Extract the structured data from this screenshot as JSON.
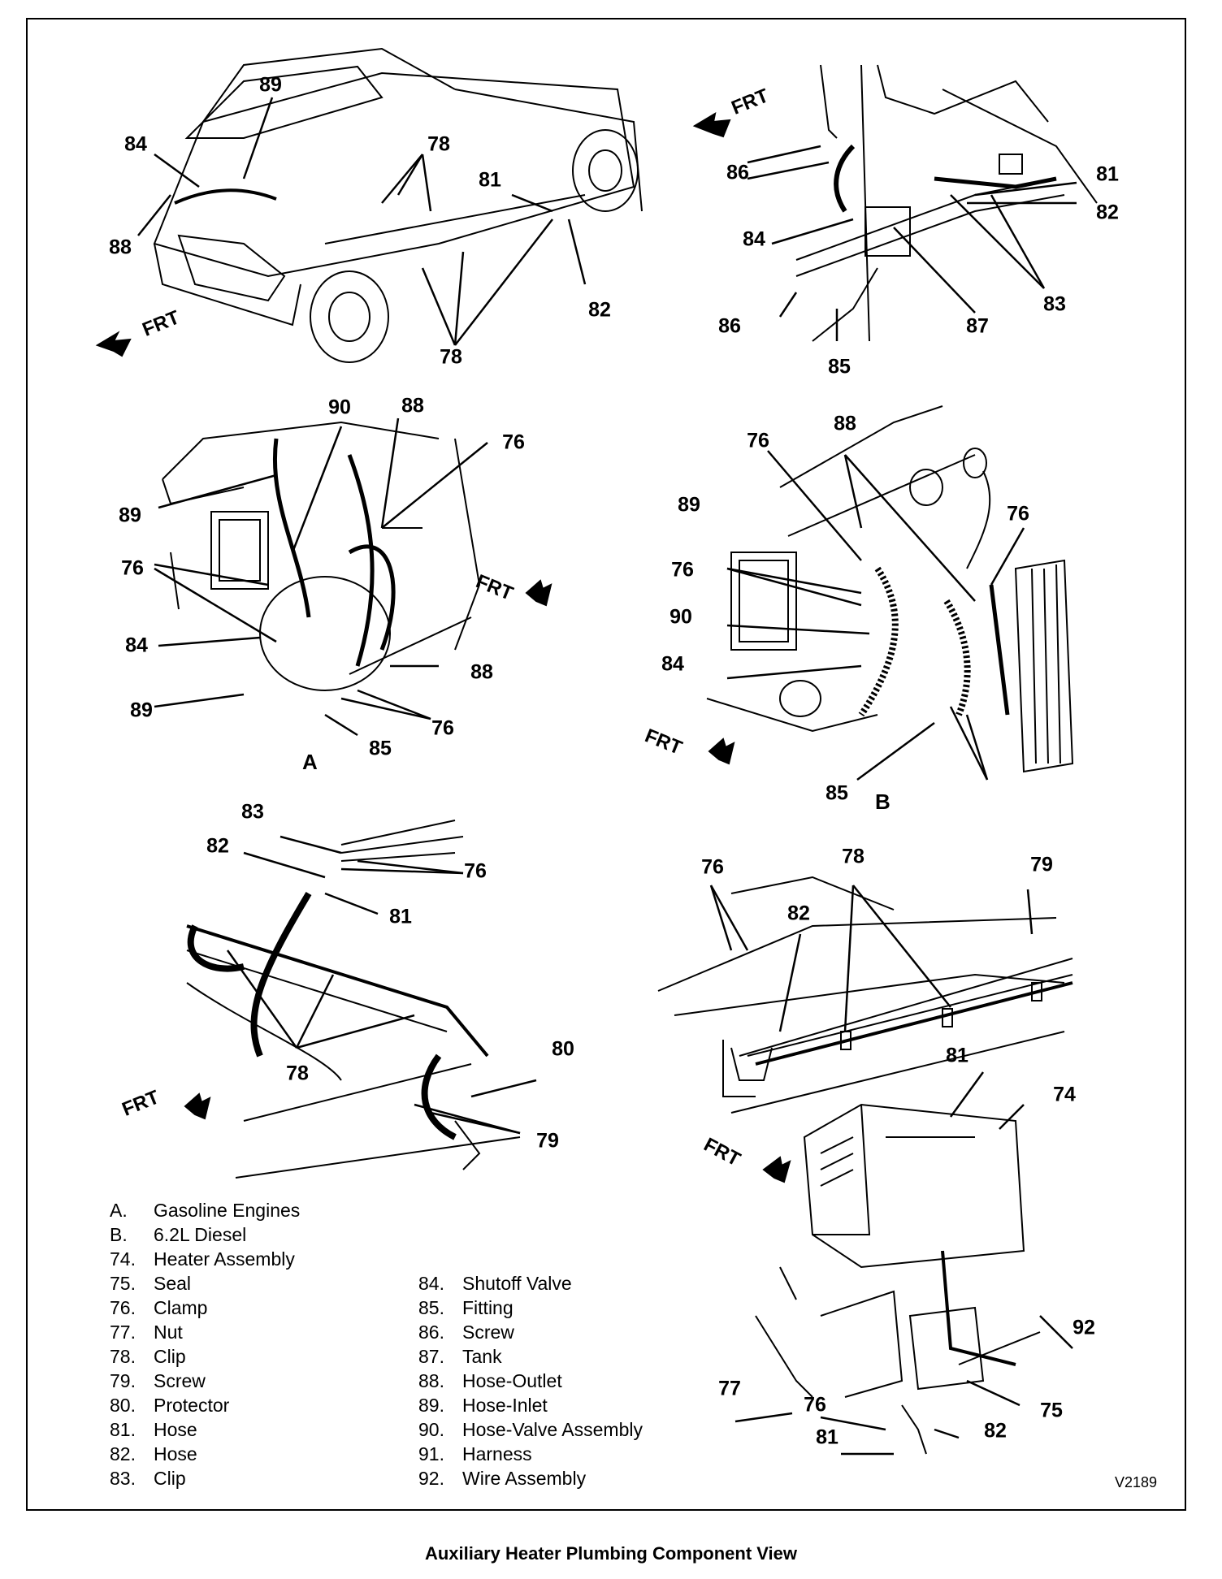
{
  "caption": "Auxiliary Heater Plumbing Component View",
  "figure_code": "V2189",
  "frt_text": "FRT",
  "view_labels": {
    "a": "A",
    "b": "B"
  },
  "legend_left": [
    {
      "key": "A.",
      "text": "Gasoline Engines"
    },
    {
      "key": "B.",
      "text": "6.2L Diesel"
    },
    {
      "key": "74.",
      "text": "Heater Assembly"
    },
    {
      "key": "75.",
      "text": "Seal"
    },
    {
      "key": "76.",
      "text": "Clamp"
    },
    {
      "key": "77.",
      "text": "Nut"
    },
    {
      "key": "78.",
      "text": "Clip"
    },
    {
      "key": "79.",
      "text": "Screw"
    },
    {
      "key": "80.",
      "text": "Protector"
    },
    {
      "key": "81.",
      "text": "Hose"
    },
    {
      "key": "82.",
      "text": "Hose"
    },
    {
      "key": "83.",
      "text": "Clip"
    }
  ],
  "legend_right": [
    {
      "key": "84.",
      "text": "Shutoff Valve"
    },
    {
      "key": "85.",
      "text": "Fitting"
    },
    {
      "key": "86.",
      "text": "Screw"
    },
    {
      "key": "87.",
      "text": "Tank"
    },
    {
      "key": "88.",
      "text": "Hose-Outlet"
    },
    {
      "key": "89.",
      "text": "Hose-Inlet"
    },
    {
      "key": "90.",
      "text": "Hose-Valve Assembly"
    },
    {
      "key": "91.",
      "text": "Harness"
    },
    {
      "key": "92.",
      "text": "Wire Assembly"
    }
  ],
  "callouts": {
    "p1": [
      "89",
      "84",
      "78",
      "88",
      "81",
      "82",
      "78"
    ],
    "p2": [
      "86",
      "81",
      "82",
      "84",
      "83",
      "86",
      "87",
      "85"
    ],
    "p3": [
      "90",
      "88",
      "76",
      "89",
      "76",
      "84",
      "88",
      "89",
      "76",
      "85"
    ],
    "p4": [
      "88",
      "76",
      "76",
      "89",
      "76",
      "90",
      "84",
      "85"
    ],
    "p5": [
      "83",
      "82",
      "76",
      "81",
      "78",
      "80",
      "79"
    ],
    "p6": [
      "76",
      "78",
      "79",
      "82",
      "81"
    ],
    "p7": [
      "74",
      "77",
      "92",
      "75",
      "76",
      "81",
      "82"
    ]
  }
}
